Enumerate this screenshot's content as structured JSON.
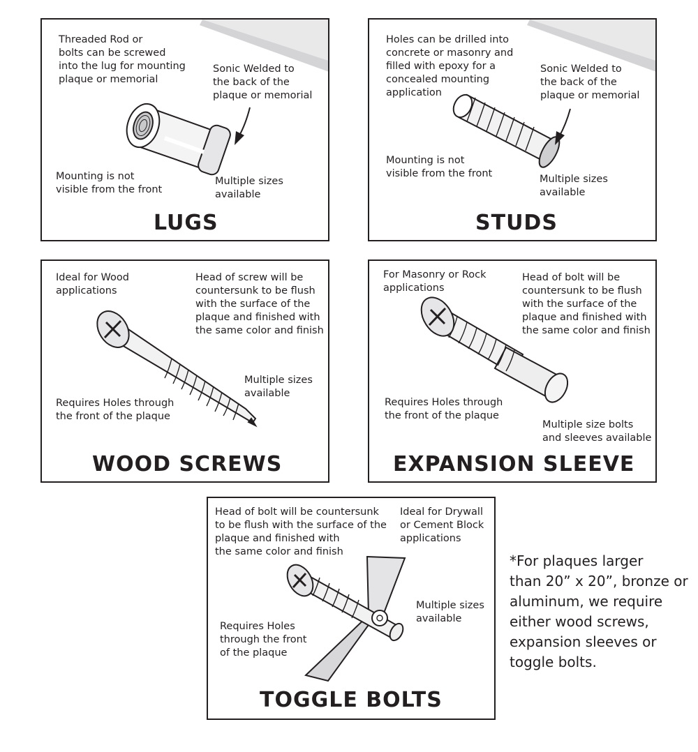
{
  "lugs": {
    "title": "LUGS",
    "note_threaded": "Threaded Rod or\nbolts can be screwed\ninto the lug for mounting\nplaque or memorial",
    "note_welded": "Sonic Welded to\nthe back of the\nplaque or memorial",
    "note_mounting": "Mounting is not\nvisible from the front",
    "note_sizes": "Multiple sizes\navailable"
  },
  "studs": {
    "title": "STUDS",
    "note_holes": "Holes can be drilled into\nconcrete or masonry and\nfilled with epoxy for a\nconcealed mounting\napplication",
    "note_welded": "Sonic Welded to\nthe back of the\nplaque or memorial",
    "note_mounting": "Mounting is not\nvisible from the front",
    "note_sizes": "Multiple sizes\navailable"
  },
  "wood_screws": {
    "title": "WOOD SCREWS",
    "note_ideal": "Ideal for Wood\napplications",
    "note_head": "Head of screw will be\ncountersunk to be flush\nwith the surface of the\nplaque and finished with\nthe same color and finish",
    "note_sizes": "Multiple sizes\navailable",
    "note_requires": "Requires Holes through\nthe front of the plaque"
  },
  "expansion_sleeve": {
    "title": "EXPANSION SLEEVE",
    "note_for": "For Masonry or Rock\napplications",
    "note_head": "Head of bolt will be\ncountersunk to be flush\nwith the surface of the\nplaque and finished with\nthe same color and finish",
    "note_requires": "Requires Holes through\nthe front of the plaque",
    "note_sizes": "Multiple size bolts\nand sleeves available"
  },
  "toggle_bolts": {
    "title": "TOGGLE BOLTS",
    "note_head": "Head of bolt will be countersunk\nto be flush with the surface of the\nplaque and finished with\nthe same color and finish",
    "note_ideal": "Ideal for Drywall\nor Cement Block\napplications",
    "note_sizes": "Multiple sizes\navailable",
    "note_requires": "Requires Holes\nthrough the front\nof the plaque"
  },
  "footnote": "*For plaques larger\nthan 20” x 20”, bronze or\naluminum, we require\neither wood screws,\nexpansion sleeves or\ntoggle bolts."
}
